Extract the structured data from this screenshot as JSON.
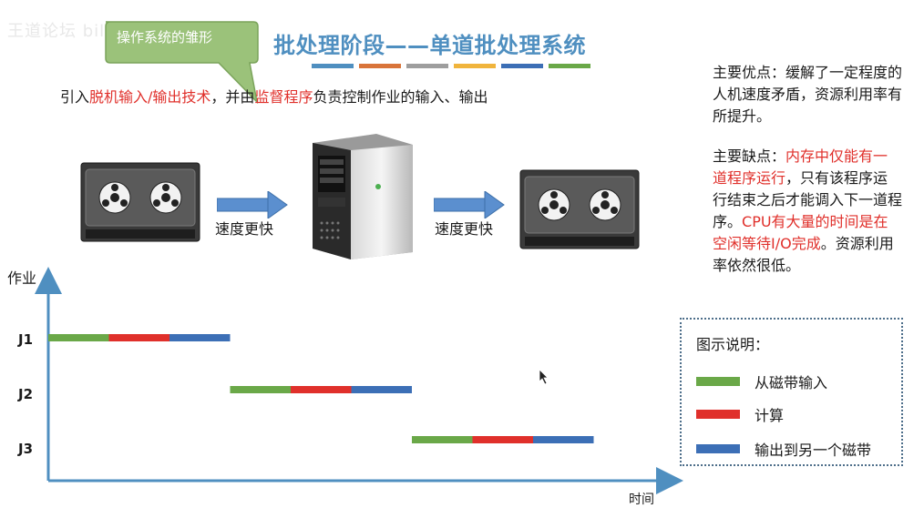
{
  "watermark": "王道论坛 bilibili",
  "bubble": {
    "text": "操作系统的雏形"
  },
  "title": "批处理阶段——单道批处理系统",
  "title_bar_colors": [
    "#4f8fc0",
    "#d9743a",
    "#9e9e9e",
    "#f0b43c",
    "#3c6fb6",
    "#6aa848"
  ],
  "intro": {
    "prefix": "引入",
    "highlight1": "脱机输入/输出技术",
    "middle": "，并由",
    "highlight2": "监督程序",
    "suffix": "负责控制作业的输入、输出"
  },
  "arrows": {
    "label_left": "速度更快",
    "label_right": "速度更快"
  },
  "notes": {
    "pros": "主要优点：缓解了一定程度的人机速度矛盾，资源利用率有所提升。",
    "cons_prefix": "主要缺点：",
    "cons_red1": "内存中仅能有一道程序运行",
    "cons_mid": "，只有该程序运行结束之后才能调入下一道程序。",
    "cons_red2": "CPU有大量的时间是在空闲等待I/O完成",
    "cons_suffix": "。资源利用率依然很低。"
  },
  "chart_data": {
    "type": "gantt",
    "ylabel": "作业",
    "xlabel": "时间",
    "jobs": [
      "J1",
      "J2",
      "J3"
    ],
    "phases": [
      "从磁带输入",
      "计算",
      "输出到另一个磁带"
    ],
    "colors": {
      "从磁带输入": "#6aa848",
      "计算": "#e0302b",
      "输出到另一个磁带": "#3c6fb6"
    },
    "schedule": [
      {
        "job": "J1",
        "segments": [
          [
            0,
            1,
            "从磁带输入"
          ],
          [
            1,
            2,
            "计算"
          ],
          [
            2,
            3,
            "输出到另一个磁带"
          ]
        ]
      },
      {
        "job": "J2",
        "segments": [
          [
            3,
            4,
            "从磁带输入"
          ],
          [
            4,
            5,
            "计算"
          ],
          [
            5,
            6,
            "输出到另一个磁带"
          ]
        ]
      },
      {
        "job": "J3",
        "segments": [
          [
            6,
            7,
            "从磁带输入"
          ],
          [
            7,
            8,
            "计算"
          ],
          [
            8,
            9,
            "输出到另一个磁带"
          ]
        ]
      }
    ]
  },
  "legend": {
    "title": "图示说明：",
    "items": [
      {
        "label": "从磁带输入",
        "color": "#6aa848"
      },
      {
        "label": "计算",
        "color": "#e0302b"
      },
      {
        "label": "输出到另一个磁带",
        "color": "#3c6fb6"
      }
    ]
  }
}
